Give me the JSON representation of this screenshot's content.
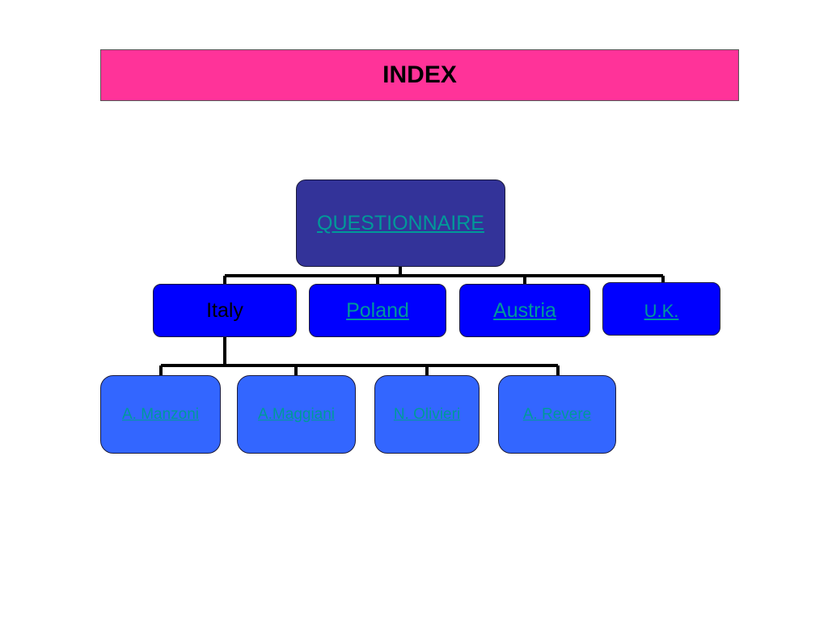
{
  "title": "INDEX",
  "colors": {
    "title_bg": "#ff3399",
    "root_bg": "#333399",
    "level1_bg": "#0000ff",
    "level2_bg": "#3366ff",
    "link_text": "#009999",
    "plain_text": "#000000",
    "connector": "#000000"
  },
  "tree": {
    "root": {
      "label": "QUESTIONNAIRE",
      "link": true
    },
    "countries": [
      {
        "label": "Italy",
        "link": false
      },
      {
        "label": "Poland",
        "link": true
      },
      {
        "label": "Austria",
        "link": true
      },
      {
        "label": "U.K.",
        "link": true
      }
    ],
    "italy_children": [
      {
        "label": "A. Manzoni",
        "link": true
      },
      {
        "label": "A.Maggiani",
        "link": true
      },
      {
        "label": "N. Olivieri",
        "link": true
      },
      {
        "label": "A. Revere",
        "link": true
      }
    ]
  }
}
